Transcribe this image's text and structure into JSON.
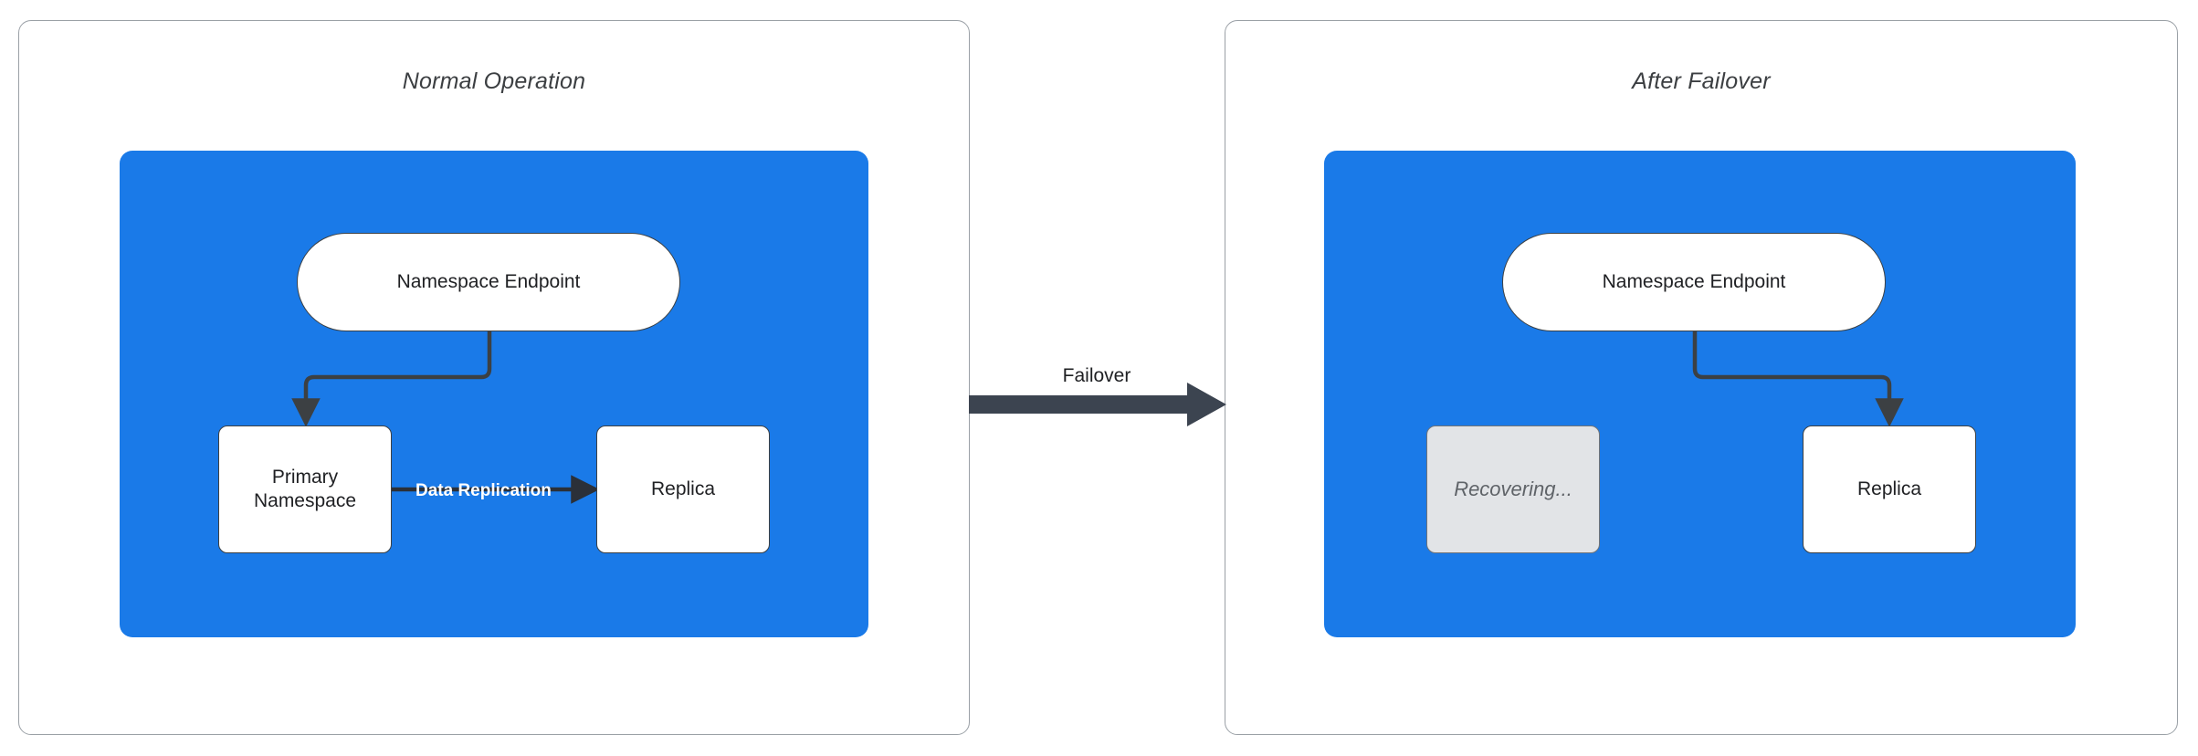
{
  "diagram": {
    "type": "failover-architecture-diagram",
    "background_color": "#ffffff",
    "accent_color": "#1a7ae8",
    "panels": [
      {
        "id": "normal-operation",
        "title": "Normal Operation",
        "nodes": [
          {
            "id": "ns-endpoint-left",
            "label": "Namespace Endpoint",
            "shape": "pill",
            "state": "active"
          },
          {
            "id": "primary-namespace",
            "label": "Primary\nNamespace",
            "line1": "Primary",
            "line2": "Namespace",
            "shape": "rect",
            "state": "active"
          },
          {
            "id": "replica-left",
            "label": "Replica",
            "shape": "rect",
            "state": "active"
          }
        ],
        "edges": [
          {
            "from": "ns-endpoint-left",
            "to": "primary-namespace",
            "label": ""
          },
          {
            "from": "primary-namespace",
            "to": "replica-left",
            "label": "Data Replication"
          }
        ]
      },
      {
        "id": "after-failover",
        "title": "After Failover",
        "nodes": [
          {
            "id": "ns-endpoint-right",
            "label": "Namespace Endpoint",
            "shape": "pill",
            "state": "active"
          },
          {
            "id": "recovering",
            "label": "Recovering...",
            "shape": "rect",
            "state": "recovering"
          },
          {
            "id": "replica-right",
            "label": "Replica",
            "shape": "rect",
            "state": "active"
          }
        ],
        "edges": [
          {
            "from": "ns-endpoint-right",
            "to": "replica-right",
            "label": ""
          }
        ]
      }
    ],
    "transition": {
      "label": "Failover",
      "direction": "left-to-right",
      "color": "#3c4450"
    }
  }
}
